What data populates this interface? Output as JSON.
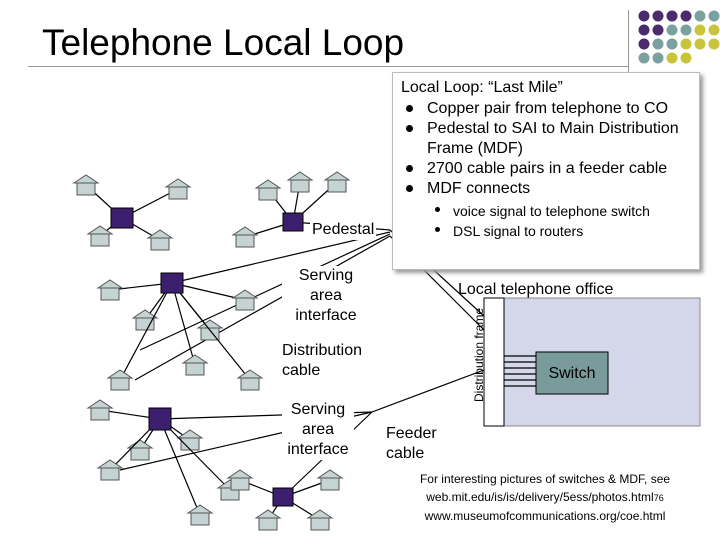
{
  "title": "Telephone Local Loop",
  "box": {
    "heading": "Local Loop:  “Last Mile”",
    "items": [
      "Copper pair from telephone to CO",
      "Pedestal to SAI to Main Distribution Frame (MDF)",
      "2700 cable pairs in a feeder cable",
      "MDF connects"
    ],
    "subitems": [
      "voice signal to telephone switch",
      "DSL signal to routers"
    ]
  },
  "labels": {
    "pedestal": "Pedestal",
    "sai_top_1": "Serving",
    "sai_top_2": "area",
    "sai_top_3": "interface",
    "distribution_1": "Distribution",
    "distribution_2": "cable",
    "sai_bottom_1": "Serving",
    "sai_bottom_2": "area",
    "sai_bottom_3": "interface",
    "office": "Local telephone office",
    "mdf": "Distribution frame",
    "switch": "Switch",
    "feeder_1": "Feeder",
    "feeder_2": "cable"
  },
  "note": {
    "line1": "For interesting pictures of switches & MDF, see",
    "line2": "web.mit.edu/is/is/delivery/5ess/photos.html",
    "page": "76",
    "line3": "www.museumofcommunications.org/coe.html"
  },
  "colors": {
    "node": "#3c1f6e",
    "house": "#c5d3d3",
    "office": "#d4d7ea",
    "switch": "#7a9b9b",
    "dot_purple": "#4b2a6e",
    "dot_teal": "#7aa0a0",
    "dot_yellow": "#c8c43c"
  }
}
